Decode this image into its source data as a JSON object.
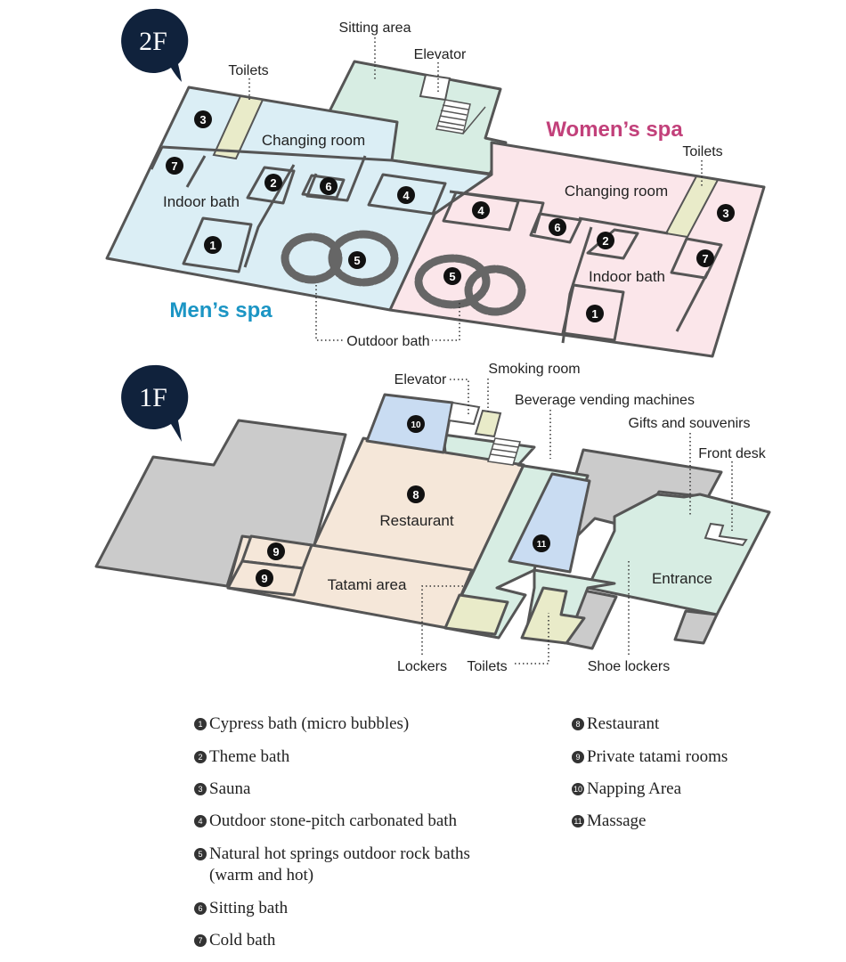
{
  "colors": {
    "men": "#dbeef5",
    "women": "#fbe6ea",
    "common": "#d7ede3",
    "toilet": "#e9ebc9",
    "restaurant": "#f5e7d9",
    "blue_room": "#c9dcf2",
    "gray": "#cbcbcb",
    "men_label": "#1b95c4",
    "women_label": "#c2407a",
    "badge": "#10223c"
  },
  "floor2": {
    "badge": "2F",
    "men_title": "Men’s spa",
    "women_title": "Women’s spa",
    "labels": {
      "sitting_area": "Sitting area",
      "elevator": "Elevator",
      "toilets_men": "Toilets",
      "toilets_women": "Toilets",
      "changing_men": "Changing room",
      "changing_women": "Changing room",
      "indoor_men": "Indoor bath",
      "indoor_women": "Indoor bath",
      "outdoor_bath": "Outdoor bath"
    },
    "numbers": [
      "1",
      "2",
      "3",
      "4",
      "5",
      "6",
      "7"
    ]
  },
  "floor1": {
    "badge": "1F",
    "labels": {
      "elevator": "Elevator",
      "smoking": "Smoking room",
      "vending": "Beverage vending machines",
      "gifts": "Gifts and souvenirs",
      "front_desk": "Front desk",
      "restaurant": "Restaurant",
      "tatami": "Tatami area",
      "entrance": "Entrance",
      "lockers": "Lockers",
      "toilets": "Toilets",
      "shoe_lockers": "Shoe lockers"
    },
    "numbers": [
      "8",
      "9",
      "10",
      "11"
    ]
  },
  "legend": [
    {
      "num": "1",
      "text": "Cypress bath (micro bubbles)"
    },
    {
      "num": "2",
      "text": "Theme bath"
    },
    {
      "num": "3",
      "text": "Sauna"
    },
    {
      "num": "4",
      "text": "Outdoor stone-pitch carbonated bath"
    },
    {
      "num": "5",
      "text": "Natural hot springs outdoor rock baths",
      "text2": "(warm and hot)"
    },
    {
      "num": "6",
      "text": "Sitting bath"
    },
    {
      "num": "7",
      "text": "Cold bath"
    },
    {
      "num": "8",
      "text": "Restaurant"
    },
    {
      "num": "9",
      "text": "Private tatami rooms"
    },
    {
      "num": "10",
      "text": "Napping Area"
    },
    {
      "num": "11",
      "text": "Massage"
    }
  ]
}
